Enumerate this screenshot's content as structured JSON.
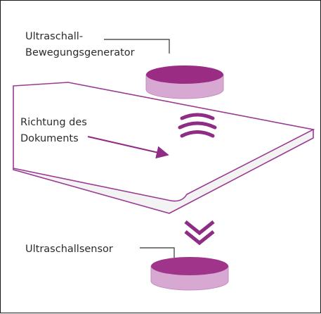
{
  "labels": {
    "generator_line1": "Ultraschall-",
    "generator_line2": "Bewegungsgenerator",
    "direction_line1": "Richtung des",
    "direction_line2": "Dokuments",
    "sensor": "Ultraschallsensor"
  },
  "colors": {
    "disc_top": "#9b2c84",
    "disc_side": "#d7a9d2",
    "disc_bottom_top": "#a0338a",
    "paper_outline": "#9b3a93",
    "paper_fill": "#ffffff",
    "paper_shadow": "#f1f1f1",
    "waves": "#8e2c86",
    "arrow": "#8e2c86",
    "leader_lines": "#333333",
    "frame_border": "#1a1a1a"
  },
  "icons": {
    "waves": "sound-wave-arcs",
    "chevrons": "double-chevron-down"
  }
}
